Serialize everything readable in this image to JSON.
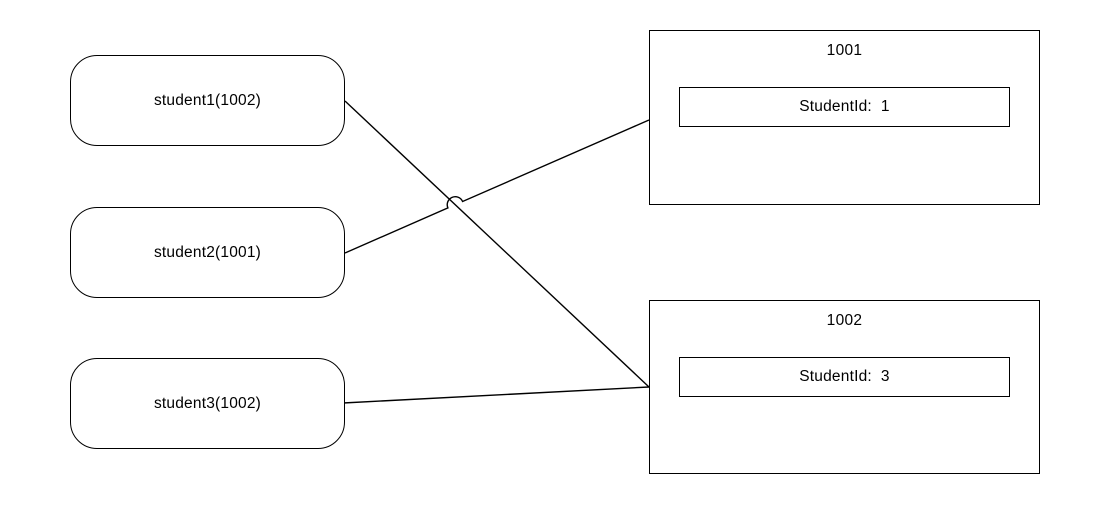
{
  "diagram": {
    "students": [
      {
        "label": "student1(1002)"
      },
      {
        "label": "student2(1001)"
      },
      {
        "label": "student3(1002)"
      }
    ],
    "groups": [
      {
        "title": "1001",
        "field": "StudentId:  1"
      },
      {
        "title": "1002",
        "field": "StudentId:  3"
      }
    ],
    "edges": [
      {
        "from": "student1(1002)",
        "to": "1002"
      },
      {
        "from": "student2(1001)",
        "to": "1001"
      },
      {
        "from": "student3(1002)",
        "to": "1002"
      }
    ],
    "colors": {
      "stroke": "#000000",
      "background": "#ffffff",
      "text": "#000000"
    }
  }
}
